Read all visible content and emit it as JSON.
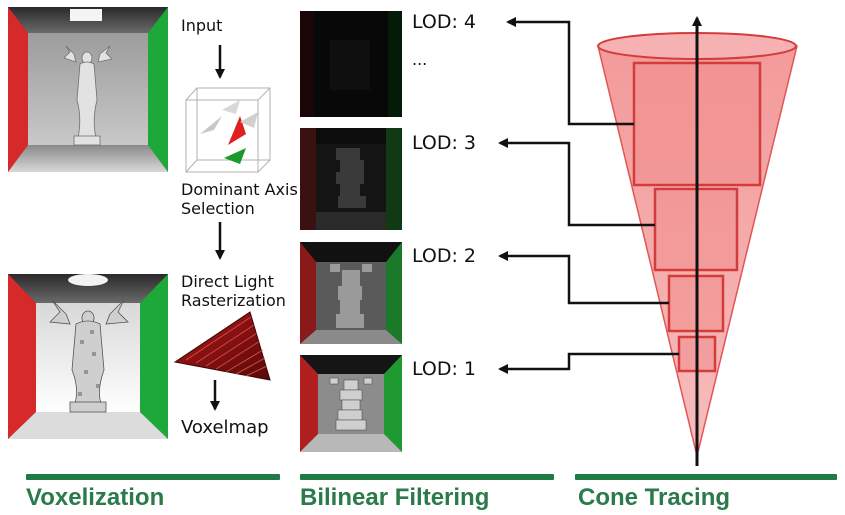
{
  "voxelization": {
    "step_input": "Input",
    "step_axis_line1": "Dominant Axis",
    "step_axis_line2": "Selection",
    "step_light_line1": "Direct Light",
    "step_light_line2": "Rasterization",
    "step_voxelmap": "Voxelmap",
    "section_title": "Voxelization"
  },
  "filtering": {
    "lod_levels": [
      "LOD: 4",
      "LOD: 3",
      "LOD: 2",
      "LOD: 1"
    ],
    "ellipsis": "...",
    "section_title": "Bilinear Filtering"
  },
  "cone": {
    "section_title": "Cone Tracing"
  },
  "colors": {
    "section_green": "#1f7a45",
    "section_text": "#2a7a4a",
    "cone_fill": "#f4a0a0",
    "cone_stroke": "#d43c3c",
    "box_fill": "#f08c8c",
    "wall_red": "#d62a2a",
    "wall_green": "#1fa83a"
  }
}
